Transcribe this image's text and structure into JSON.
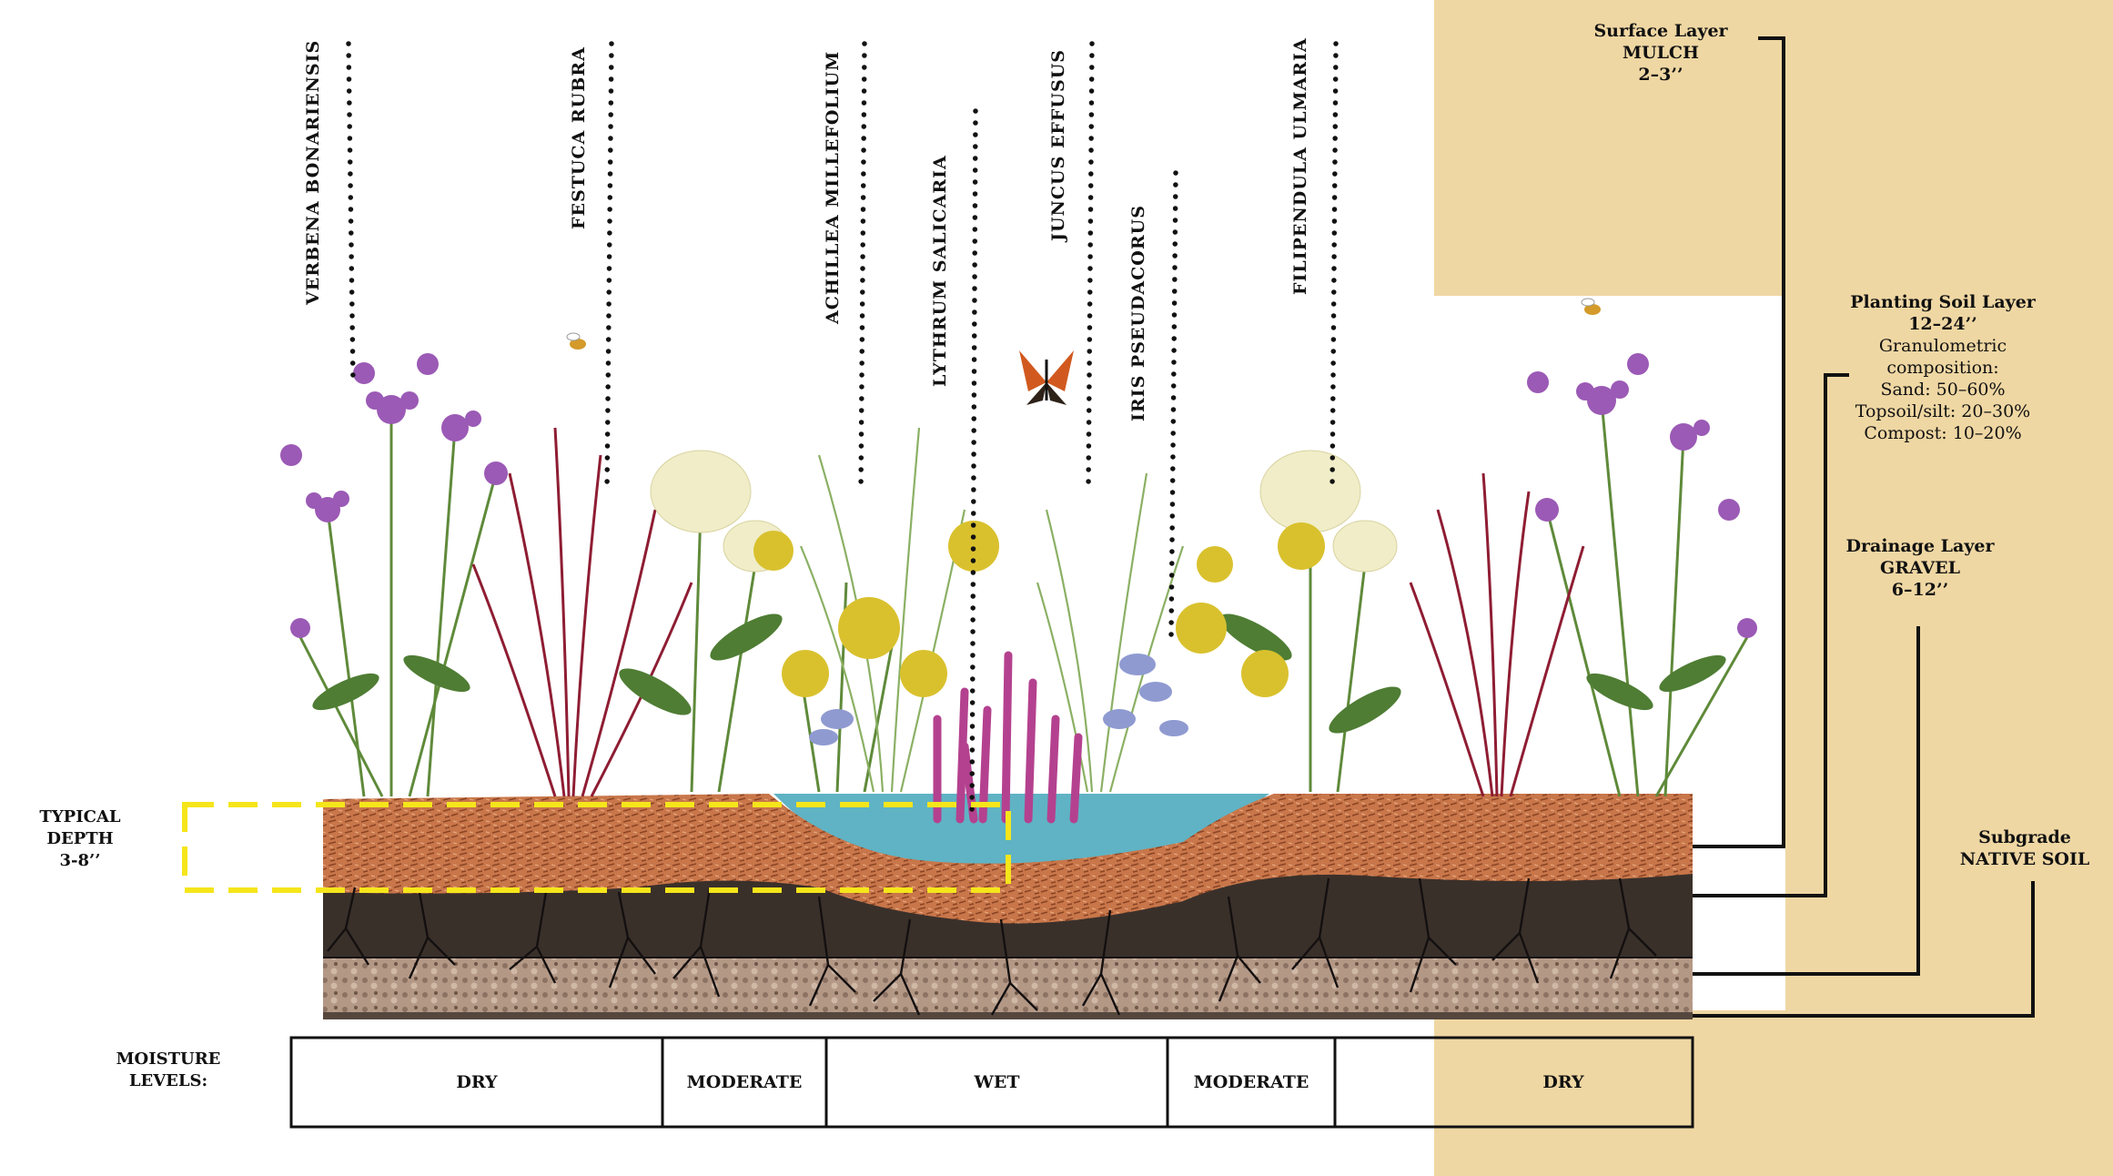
{
  "plants": [
    {
      "name": "VERBENA BONARIENSIS"
    },
    {
      "name": "FESTUCA RUBRA"
    },
    {
      "name": "ACHILLEA MILLEFOLIUM"
    },
    {
      "name": "LYTHRUM SALICARIA"
    },
    {
      "name": "JUNCUS EFFUSUS"
    },
    {
      "name": "IRIS PSEUDACORUS"
    },
    {
      "name": "FILIPENDULA ULMARIA"
    }
  ],
  "layers": {
    "surface": {
      "title": "Surface Layer",
      "material": "MULCH",
      "depth": "2–3’’"
    },
    "planting": {
      "title": "Planting Soil Layer",
      "depth": "12–24’’",
      "line1": "Granulometric",
      "line2": "composition:",
      "sand": "Sand: 50–60%",
      "topsoil": "Topsoil/silt: 20–30%",
      "compost": "Compost: 10–20%"
    },
    "drainage": {
      "title": "Drainage Layer",
      "material": "GRAVEL",
      "depth": "6–12’’"
    },
    "subgrade": {
      "title": "Subgrade",
      "material": "NATIVE SOIL"
    }
  },
  "typical_depth": {
    "line1": "TYPICAL",
    "line2": "DEPTH",
    "line3": "3-8’’"
  },
  "moisture": {
    "title_line1": "MOISTURE",
    "title_line2": "LEVELS:",
    "levels": [
      "DRY",
      "MODERATE",
      "WET",
      "MODERATE",
      "",
      "DRY"
    ]
  },
  "colors": {
    "sand_panel": "#efd7a3",
    "mulch": "#c8764a",
    "water": "#5fb3c4",
    "dark_soil": "#3a302a",
    "gravel": "#b49886",
    "verbena": "#9b5ab5",
    "festuca": "#8e1d33",
    "achillea": "#d9c12e",
    "lythrum": "#b4418f",
    "iris": "#8f9ad1",
    "filipendula": "#f0edc8",
    "depth_box": "#f5e51b"
  }
}
